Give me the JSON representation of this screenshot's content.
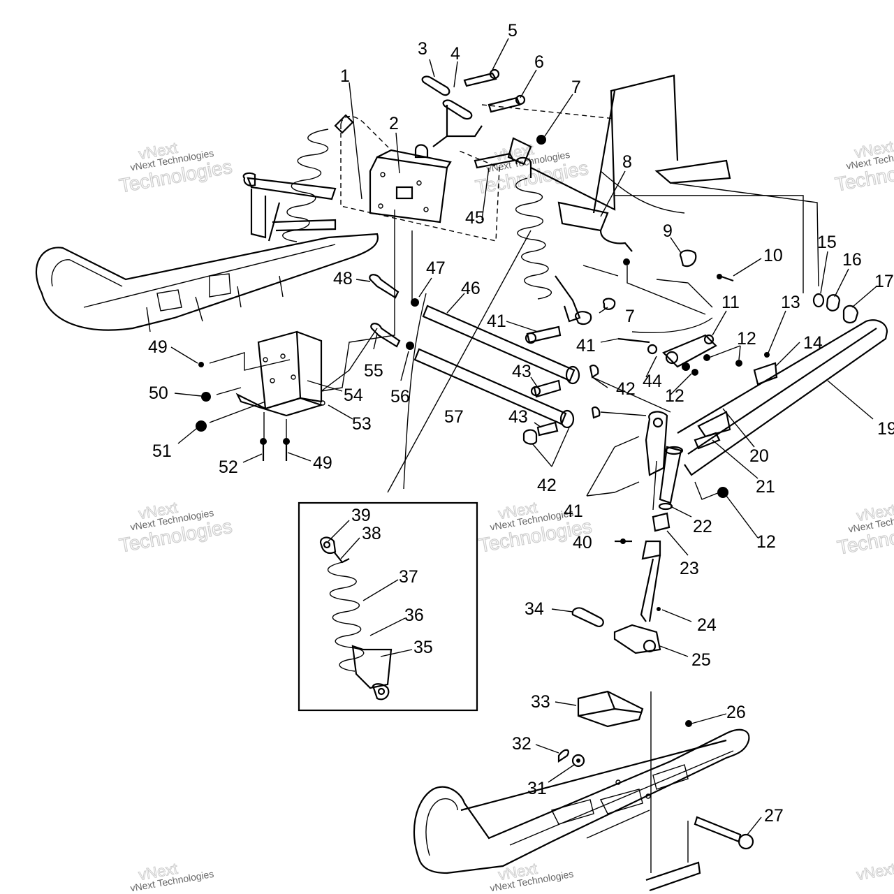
{
  "watermark": {
    "brand": "vNext",
    "company": "vNext Technologies",
    "word": "Technologies"
  },
  "callouts": [
    "1",
    "2",
    "3",
    "4",
    "5",
    "6",
    "7",
    "8",
    "9",
    "10",
    "11",
    "12",
    "13",
    "14",
    "15",
    "16",
    "17",
    "19",
    "20",
    "21",
    "22",
    "23",
    "24",
    "25",
    "26",
    "27",
    "31",
    "32",
    "33",
    "34",
    "35",
    "36",
    "37",
    "38",
    "39",
    "40",
    "41",
    "42",
    "43",
    "44",
    "45",
    "46",
    "47",
    "48",
    "49",
    "50",
    "51",
    "52",
    "53",
    "54",
    "55",
    "56",
    "57"
  ]
}
